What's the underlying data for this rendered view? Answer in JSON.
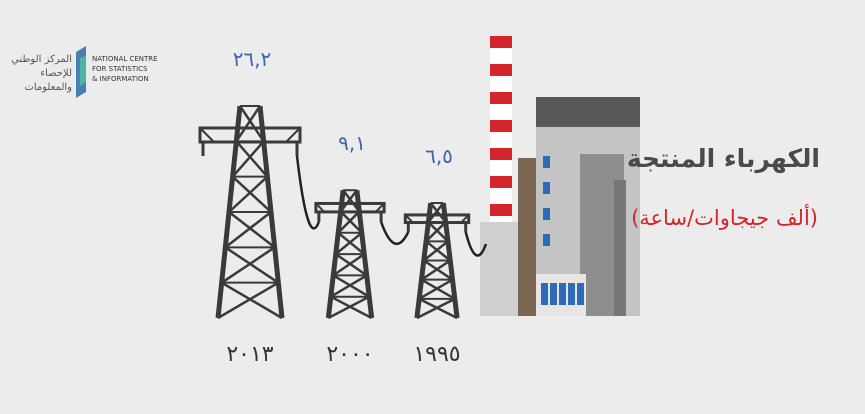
{
  "logo": {
    "org_ar_line1": "المركز الوطني",
    "org_ar_line2": "للإحصاء",
    "org_ar_line3": "والمعلومات",
    "org_en_line1": "NATIONAL CENTRE",
    "org_en_line2": "FOR STATISTICS",
    "org_en_line3": "& INFORMATION"
  },
  "title": {
    "main": "الكهرباء المنتجة",
    "unit": "(ألف جيجاوات/ساعة)"
  },
  "colors": {
    "background": "#ececec",
    "value_blue": "#3f63ae",
    "unit_red": "#d4262a",
    "chimney_red": "#d4262a",
    "tower": "#3a3a3a"
  },
  "chart_data": {
    "type": "bar",
    "categories": [
      "٢٠١٣",
      "٢٠٠٠",
      "١٩٩٥"
    ],
    "values": [
      26.2,
      9.1,
      6.5
    ],
    "value_labels": [
      "٢٦,٢",
      "٩,١",
      "٦,٥"
    ],
    "title": "الكهرباء المنتجة",
    "ylabel": "(ألف جيجاوات/ساعة)"
  }
}
